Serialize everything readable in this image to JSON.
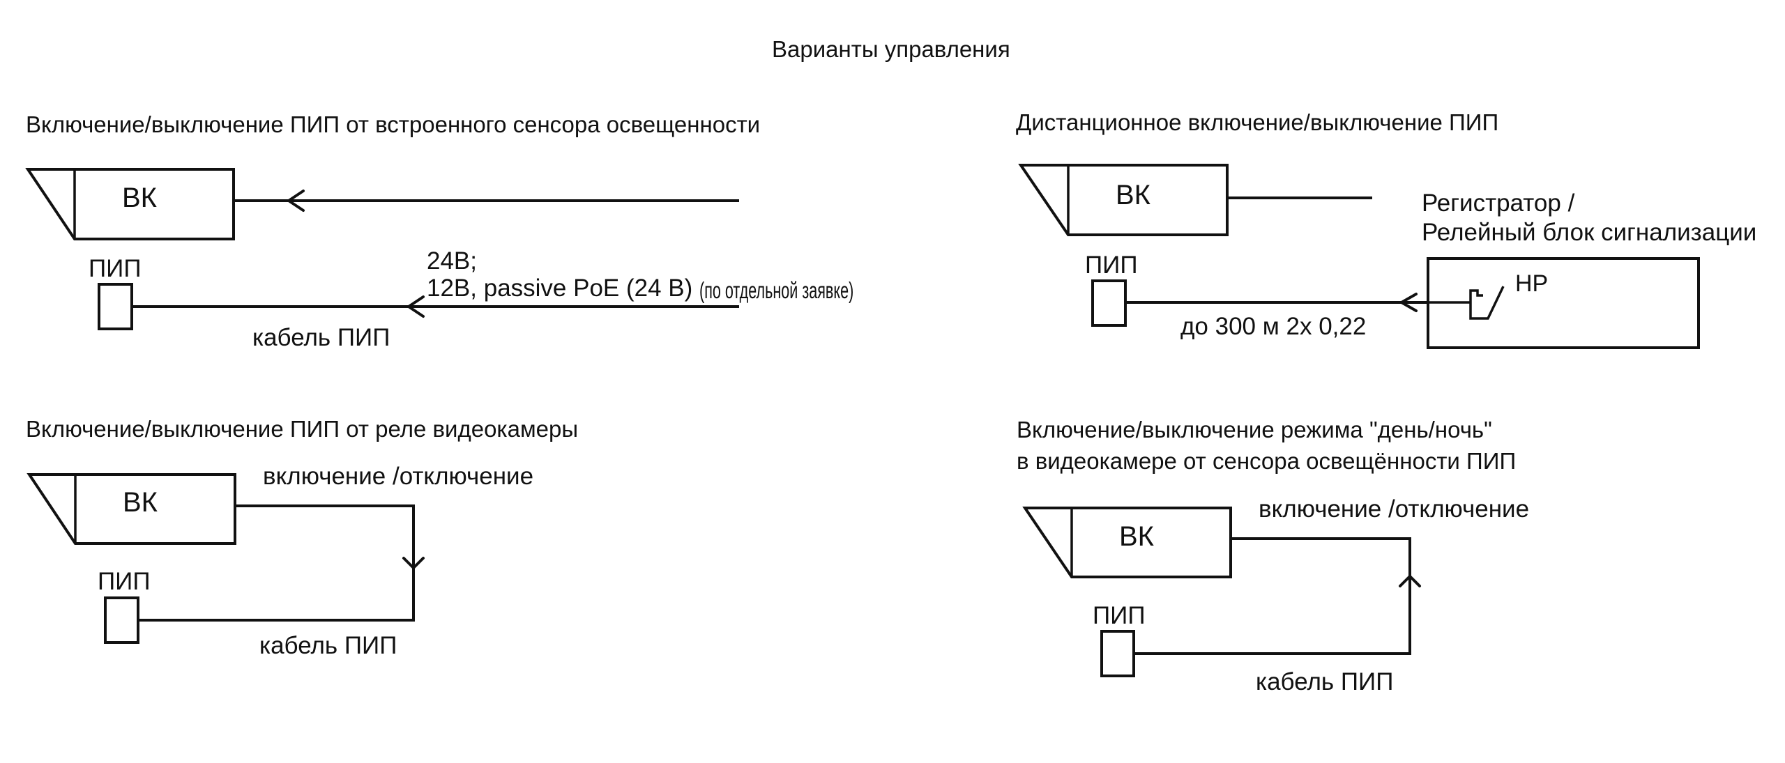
{
  "title": "Варианты управления",
  "colors": {
    "ink": "#111111",
    "background": "#ffffff"
  },
  "panels": {
    "builtin_sensor": {
      "heading": "Включение/выключение ПИП от встроенного сенсора  освещенности",
      "camera_label": "ВК",
      "sensor_label": "ПИП",
      "power_line1": "24В;",
      "power_line2": "12В, passive PoE (24 В)",
      "power_note": "(по отдельной заявке)",
      "cable_label": "кабель ПИП"
    },
    "remote": {
      "heading": "Дистанционное включение/выключение ПИП",
      "camera_label": "ВК",
      "sensor_label": "ПИП",
      "recorder_line1": "Регистратор /",
      "recorder_line2": "Релейный блок сигнализации",
      "contact_label": "НР",
      "cable_label": "до 300 м 2х 0,22"
    },
    "camera_relay": {
      "heading": "Включение/выключение ПИП от реле видеокамеры",
      "camera_label": "ВК",
      "sensor_label": "ПИП",
      "signal_label": "включение /отключение",
      "cable_label": "кабель ПИП"
    },
    "day_night": {
      "heading_line1": "Включение/выключение режима \"день/ночь\"",
      "heading_line2": "в видеокамере от сенсора освещённости  ПИП",
      "camera_label": "ВК",
      "sensor_label": "ПИП",
      "signal_label": "включение /отключение",
      "cable_label": "кабель ПИП"
    }
  },
  "icons": {
    "camera": "camera-icon",
    "sensor": "sensor-icon",
    "arrow": "arrow-icon",
    "relay_contact": "normally-open-contact-icon"
  }
}
